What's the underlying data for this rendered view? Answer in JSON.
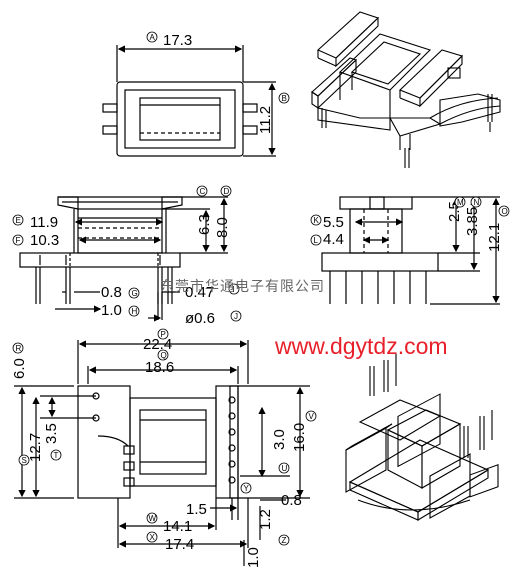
{
  "watermark": {
    "company": "东莞市华通电子有限公司",
    "url": "www.dgytdz.com"
  },
  "dimensions": {
    "A": "17.3",
    "B": "11.2",
    "C": "6.3",
    "D": "8.0",
    "E": "11.9",
    "F": "10.3",
    "G": "0.8",
    "H": "1.0",
    "I": "0.47",
    "J": "ø0.6",
    "K": "5.5",
    "L": "4.4",
    "M": "2.5",
    "N": "3.85",
    "O": "12.1",
    "P": "22.4",
    "Q": "18.6",
    "R": "6.0",
    "S": "12.7",
    "T": "3.5",
    "U": "3.0",
    "V": "16.0",
    "W": "14.1",
    "X": "17.4",
    "Y": "1.5",
    "Z": "1.2",
    "W2": "0.8",
    "Y2": "1.0"
  },
  "callouts": {
    "A": "A",
    "B": "B",
    "C": "C",
    "D": "D",
    "E": "E",
    "F": "F",
    "G": "G",
    "H": "H",
    "I": "I",
    "J": "J",
    "K": "K",
    "L": "L",
    "M": "M",
    "N": "N",
    "O": "O",
    "P": "P",
    "Q": "Q",
    "R": "R",
    "S": "S",
    "T": "T",
    "U": "U",
    "V": "V",
    "W": "W",
    "X": "X",
    "Y": "Y",
    "Z": "Z"
  }
}
